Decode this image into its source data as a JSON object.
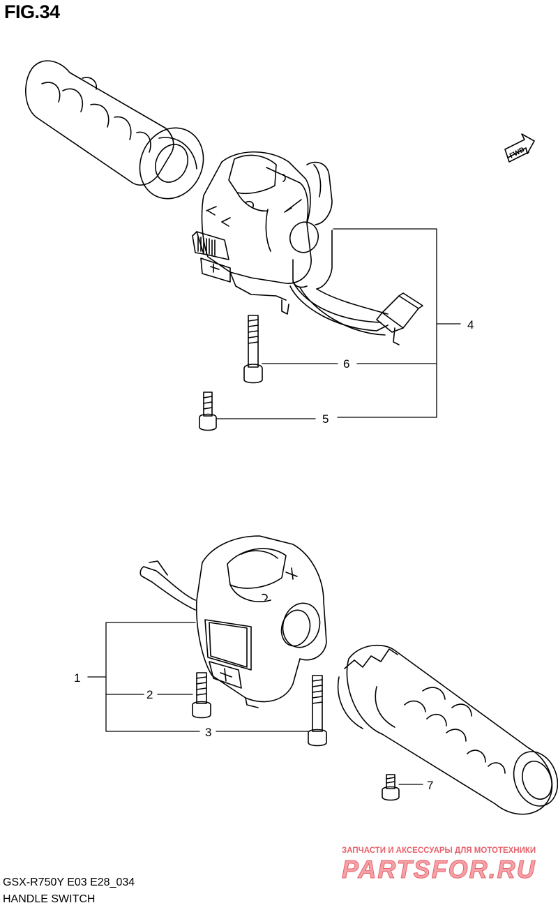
{
  "figure": {
    "title": "FIG.34",
    "model_code": "GSX-R750Y E03 E28_034",
    "caption": "HANDLE SWITCH"
  },
  "fwd_label": "FWD",
  "callouts": [
    {
      "number": "1"
    },
    {
      "number": "2"
    },
    {
      "number": "3"
    },
    {
      "number": "4"
    },
    {
      "number": "5"
    },
    {
      "number": "6"
    },
    {
      "number": "7"
    }
  ],
  "watermark": {
    "tagline": "ЗАПЧАСТИ И АКСЕССУАРЫ ДЛЯ МОТОТЕХНИКИ",
    "logo": "PARTSFOR.RU",
    "color": "#e8606a"
  }
}
